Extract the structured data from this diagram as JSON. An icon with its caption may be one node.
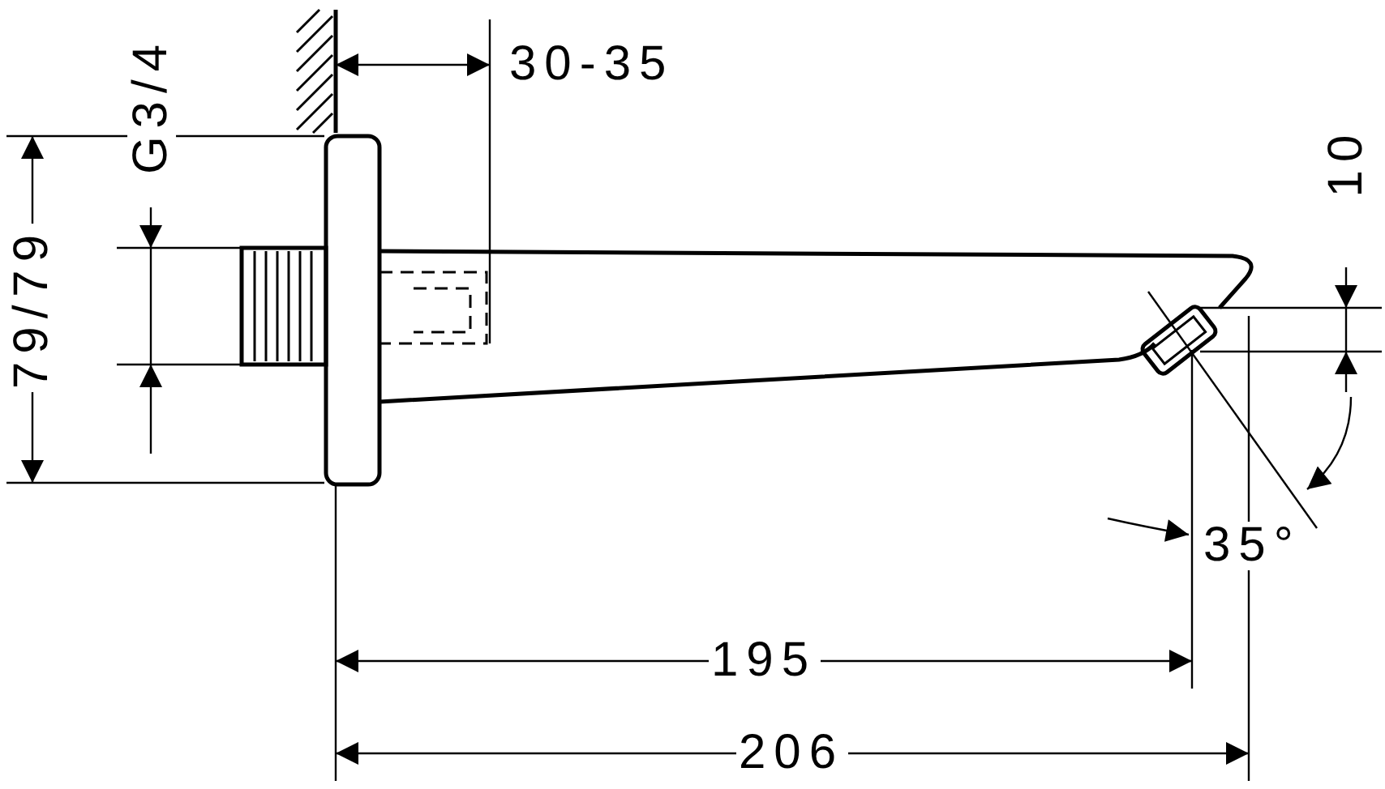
{
  "diagram": {
    "labels": [
      "30-35",
      "G3/4",
      "10",
      "79/79",
      "35°",
      "195",
      "206"
    ]
  }
}
